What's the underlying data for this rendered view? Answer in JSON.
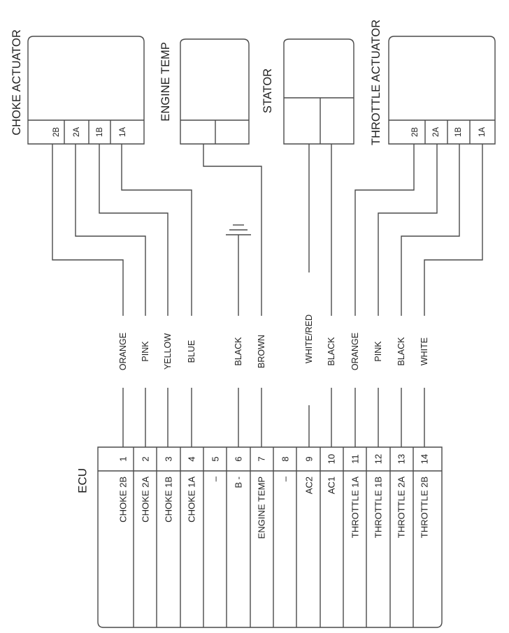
{
  "components": {
    "choke_actuator": {
      "title": "CHOKE ACTUATOR",
      "pins": [
        "2B",
        "2A",
        "1B",
        "1A"
      ]
    },
    "engine_temp": {
      "title": "ENGINE TEMP"
    },
    "stator": {
      "title": "STATOR"
    },
    "throttle_actuator": {
      "title": "THROTTLE ACTUATOR",
      "pins": [
        "2B",
        "2A",
        "1B",
        "1A"
      ]
    }
  },
  "wires": [
    "ORANGE",
    "PINK",
    "YELLOW",
    "BLUE",
    "BLACK",
    "BROWN",
    "WHITE/RED",
    "BLACK",
    "ORANGE",
    "PINK",
    "BLACK",
    "WHITE"
  ],
  "ecu": {
    "title": "ECU",
    "pins": [
      {
        "num": "1",
        "func": "CHOKE 2B"
      },
      {
        "num": "2",
        "func": "CHOKE 2A"
      },
      {
        "num": "3",
        "func": "CHOKE 1B"
      },
      {
        "num": "4",
        "func": "CHOKE 1A"
      },
      {
        "num": "5",
        "func": "–"
      },
      {
        "num": "6",
        "func": "B -"
      },
      {
        "num": "7",
        "func": "ENGINE TEMP"
      },
      {
        "num": "8",
        "func": "–"
      },
      {
        "num": "9",
        "func": "AC2"
      },
      {
        "num": "10",
        "func": "AC1"
      },
      {
        "num": "11",
        "func": "THROTTLE 1A"
      },
      {
        "num": "12",
        "func": "THROTTLE 1B"
      },
      {
        "num": "13",
        "func": "THROTTLE 2A"
      },
      {
        "num": "14",
        "func": "THROTTLE 2B"
      }
    ]
  }
}
